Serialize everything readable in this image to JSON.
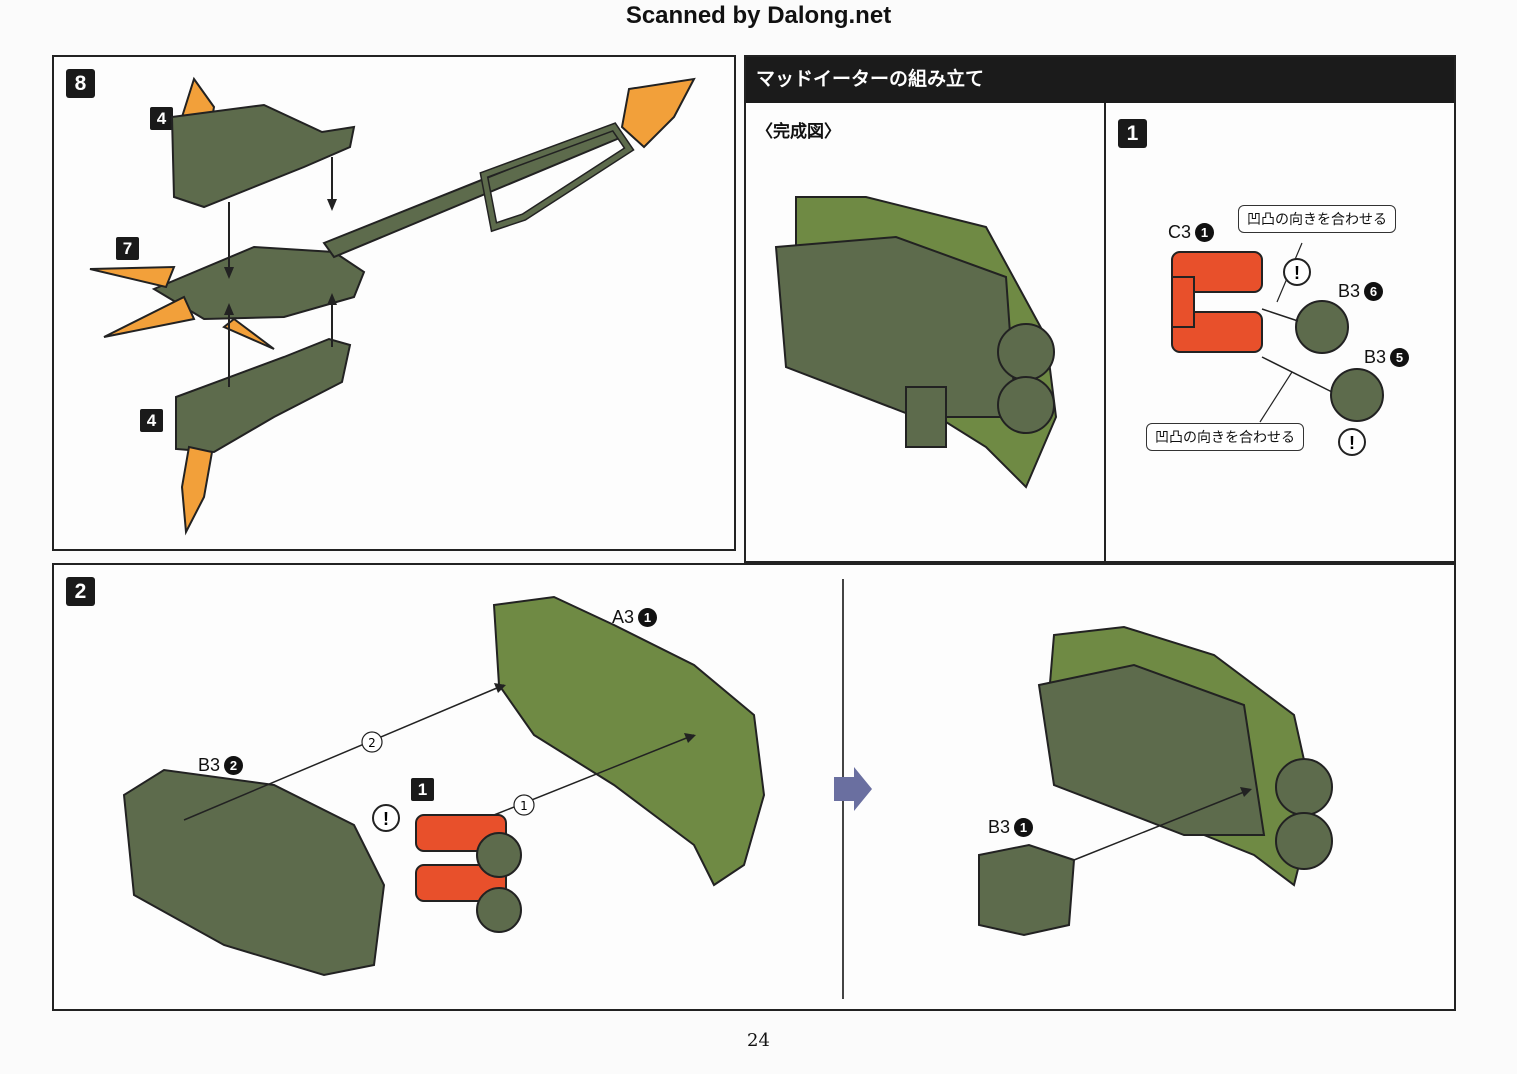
{
  "watermark": "Scanned by Dalong.net",
  "page_number": "24",
  "step8": {
    "step_number": "8",
    "part_upper": "4",
    "part_middle": "7",
    "part_lower": "4"
  },
  "section": {
    "title": "マッドイーターの組み立て",
    "completed_label": "〈完成図〉"
  },
  "step1": {
    "step_number": "1",
    "part_c3": "C3",
    "part_c3_num": "1",
    "part_b3_a": "B3",
    "part_b3_a_num": "6",
    "part_b3_b": "B3",
    "part_b3_b_num": "5",
    "callout_top": "凹凸の向きを合わせる",
    "callout_bottom": "凹凸の向きを合わせる",
    "warning_mark": "!"
  },
  "step2": {
    "step_number": "2",
    "part_a3": "A3",
    "part_a3_num": "1",
    "part_b3": "B3",
    "part_b3_num": "2",
    "sub_step": "1",
    "order_1": "①",
    "order_2": "②",
    "warning_mark": "!",
    "part_b3_result": "B3",
    "part_b3_result_num": "1"
  },
  "colors": {
    "part_green": "#5d6b4c",
    "part_green_light": "#6f8a44",
    "part_orange": "#f2a03a",
    "part_red": "#e8502b",
    "frame": "#222222"
  }
}
